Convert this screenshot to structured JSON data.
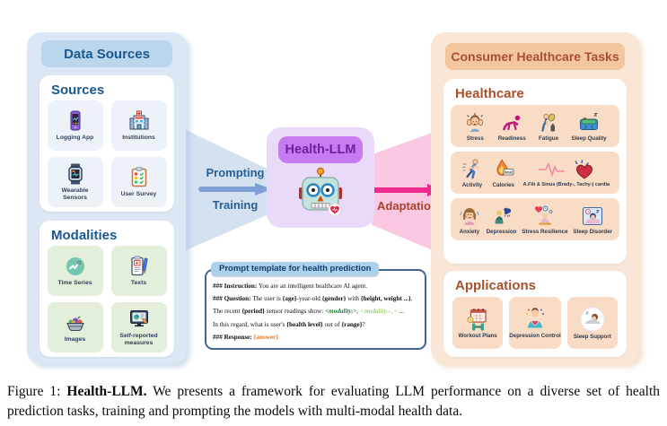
{
  "colors": {
    "left_panel_bg": "#dbe7f4",
    "left_pill_bg": "#b9d6ec",
    "left_accent": "#19588f",
    "right_panel_bg": "#f9e6d6",
    "right_pill_bg": "#f4c69e",
    "right_accent": "#a8502e",
    "model_box_bg": "#eadafa",
    "model_pill_bg": "#c67cf0",
    "model_text": "#6f1fa0",
    "blue_arrow": "#7d9fd6",
    "pink_arrow": "#ee2a90",
    "source_tile_bg": "#edf2f9",
    "modality_tile_bg": "#e3eedb",
    "task_tile_bg": "#f8dcc5",
    "prompt_border": "#41629a",
    "prompt_header_bg": "#abd0ec",
    "modality_green_dark": "#1e7a33",
    "modality_green_light": "#7ab648",
    "answer_orange": "#e0731f"
  },
  "left_panel": {
    "title": "Data Sources",
    "sources": {
      "title": "Sources",
      "items": [
        {
          "label": "Logging App",
          "icon": "smartphone-icon"
        },
        {
          "label": "Institutions",
          "icon": "hospital-icon"
        },
        {
          "label": "Wearable Sensors",
          "icon": "smartwatch-icon"
        },
        {
          "label": "User Survey",
          "icon": "survey-clipboard-icon"
        }
      ]
    },
    "modalities": {
      "title": "Modalities",
      "items": [
        {
          "label": "Time Series",
          "icon": "time-series-icon"
        },
        {
          "label": "Texts",
          "icon": "document-pen-icon"
        },
        {
          "label": "Images",
          "icon": "food-bowl-icon"
        },
        {
          "label": "Self-reported measures",
          "icon": "monitor-hand-icon"
        }
      ]
    }
  },
  "center": {
    "model_label": "Health-LLM",
    "robot_icon": "robot-icon",
    "left_flow": {
      "top_label": "Prompting",
      "bottom_label": "Training"
    },
    "right_flow": {
      "label": "Adaptation"
    },
    "prompt_box": {
      "title": "Prompt template for health prediction",
      "lines": [
        {
          "segments": [
            {
              "text": "### Instruction:"
            },
            {
              "text": " You are an intelligent healthcare AI agent."
            }
          ]
        },
        {
          "segments": [
            {
              "text": "### Question:"
            },
            {
              "text": " The user is "
            },
            {
              "text": "{age}"
            },
            {
              "text": "-year-old "
            },
            {
              "text": "{gender}"
            },
            {
              "text": " with "
            },
            {
              "text": "{height, weight ...}"
            },
            {
              "text": "."
            }
          ]
        },
        {
          "segments": [
            {
              "text": "The recent "
            },
            {
              "text": "{period}"
            },
            {
              "text": " sensor readings show: "
            },
            {
              "text": "<modalityᵢ>"
            },
            {
              "text": ", "
            },
            {
              "text": "<modalityᵢ₊₁>"
            },
            {
              "text": " ..."
            }
          ]
        },
        {
          "segments": [
            {
              "text": "In this regard, what is user's "
            },
            {
              "text": "{health level}"
            },
            {
              "text": " out of "
            },
            {
              "text": "{range}"
            },
            {
              "text": "?"
            }
          ]
        },
        {
          "segments": [
            {
              "text": "### Response:"
            },
            {
              "text": " "
            },
            {
              "text": "{answer}"
            }
          ]
        }
      ]
    }
  },
  "right_panel": {
    "title": "Consumer Healthcare Tasks",
    "healthcare": {
      "title": "Healthcare",
      "rows": [
        {
          "items": [
            {
              "label": "Stress",
              "icon": "stressed-person-icon"
            },
            {
              "label": "Readiness",
              "icon": "crawling-person-icon"
            },
            {
              "label": "Fatigue",
              "icon": "tired-person-icon"
            },
            {
              "label": "Sleep Quality",
              "icon": "sleeping-bed-icon"
            }
          ]
        },
        {
          "items": [
            {
              "label": "Activity",
              "icon": "running-person-icon"
            },
            {
              "label": "Calories",
              "icon": "flame-icon",
              "icon_text": "kcal"
            },
            {
              "label": "A.Fib & Sinus (Brady-, Tachy-) cardia",
              "icon": "ecg-heart-icon"
            }
          ]
        },
        {
          "items": [
            {
              "label": "Anxiety",
              "icon": "anxious-person-icon"
            },
            {
              "label": "Depression",
              "icon": "depressed-person-icon"
            },
            {
              "label": "Stress Resilience",
              "icon": "meditation-resilience-icon"
            },
            {
              "label": "Sleep Disorder",
              "icon": "insomnia-icon"
            }
          ]
        }
      ]
    },
    "applications": {
      "title": "Applications",
      "items": [
        {
          "label": "Workout Plans",
          "icon": "calendar-dumbbell-icon"
        },
        {
          "label": "Depression Control",
          "icon": "self-care-person-icon"
        },
        {
          "label": "Sleep Support",
          "icon": "sleep-person-icon"
        }
      ]
    }
  },
  "caption": {
    "figure_label": "Figure 1: ",
    "title_bold": "Health-LLM.",
    "text": " We presents a framework for evaluating LLM performance on a diverse set of health prediction tasks, training and prompting the models with multi-modal health data."
  }
}
